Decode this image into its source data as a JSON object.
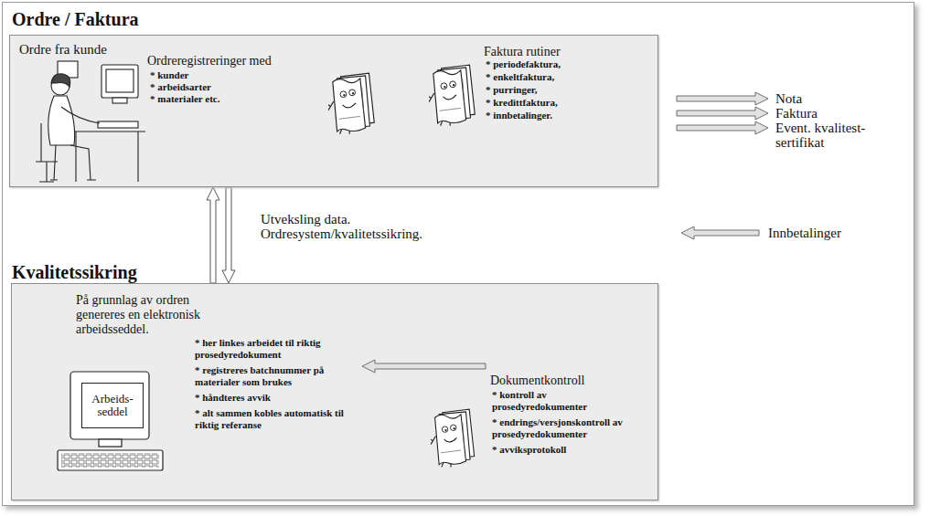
{
  "diagram": {
    "nodes": [
      {
        "text": [
          "Ordre / Faktura",
          "Ordre fra kunde",
          "Ordreregistreringer med",
          "* kunder",
          "* arbeidsarter",
          "* materialer etc.",
          "Faktura rutiner",
          "* periodefaktura,",
          "* enkeltfaktura,",
          "* purringer,",
          "* kredittfaktura,",
          "* innbetalinger."
        ]
      },
      {
        "text": [
          "Kvalitetssikring",
          "På grunnlag av ordren genereres en elektronisk arbeidsseddel.",
          "* her linkes arbeidet til riktig prosedyredokument",
          "* registreres batchnummer på materialer som brukes",
          "* håndteres avvik",
          "* alt sammen kobles automatisk til riktig referanse",
          "Dokumentkontroll",
          "* kontroll av prosedyredokumenter",
          "* endrings/versjonskontroll av prosedyredokumenter",
          "* avviksprotokoll"
        ]
      },
      {
        "text": [
          "Arbeids- seddel"
        ],
        "in": 1
      }
    ],
    "edges": [
      {
        "from": 0,
        "to": 1,
        "arrow": "to"
      },
      {
        "from": 1,
        "to": 0,
        "arrow": "to"
      }
    ],
    "labels": [
      "Nota",
      "Faktura",
      "Event. kvalitest- sertifikat",
      "Utveksling data. Ordresystem/kvalitetssikring.",
      "Innbetalinger"
    ]
  }
}
